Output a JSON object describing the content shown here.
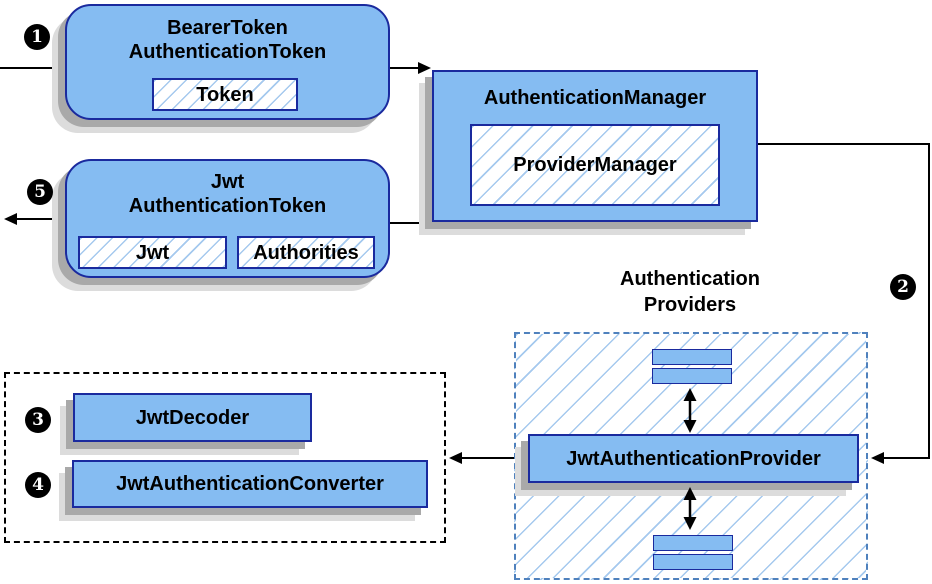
{
  "nodes": {
    "bearer": {
      "line1": "BearerToken",
      "line2": "AuthenticationToken",
      "field": "Token"
    },
    "manager": {
      "title": "AuthenticationManager",
      "inner": "ProviderManager"
    },
    "jwt": {
      "line1": "Jwt",
      "line2": "AuthenticationToken",
      "field1": "Jwt",
      "field2": "Authorities"
    },
    "providers": {
      "title_line1": "Authentication",
      "title_line2": "Providers",
      "provider": "JwtAuthenticationProvider"
    },
    "decoder": {
      "label": "JwtDecoder"
    },
    "converter": {
      "label": "JwtAuthenticationConverter"
    }
  },
  "steps": [
    "1",
    "2",
    "3",
    "4",
    "5"
  ],
  "colors": {
    "node_fill": "#85BCF2",
    "node_border": "#1A2A9E",
    "hatch_line": "#A5C9EE",
    "shadow_dark": "#A9A9A9",
    "shadow_light": "#DCDCDC",
    "dashed_blue_border": "#4F81BD",
    "dashed_black_border": "#000000",
    "connector": "#000000",
    "badge_bg": "#000000",
    "badge_text": "#FFFFFF"
  }
}
